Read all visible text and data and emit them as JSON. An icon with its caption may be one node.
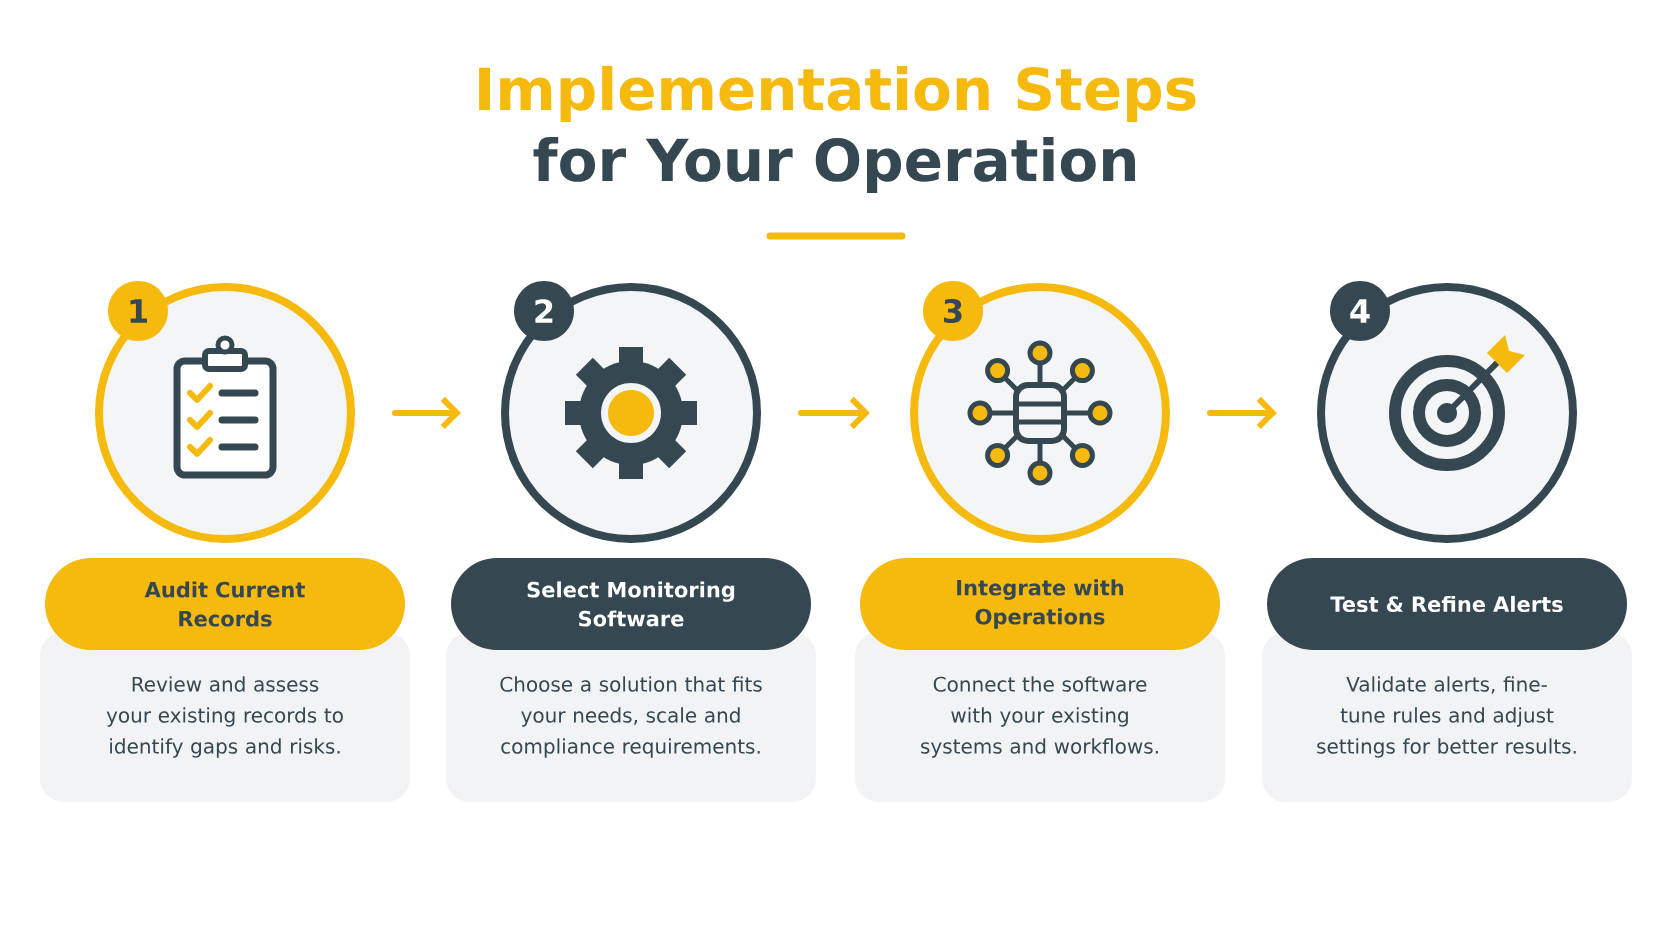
{
  "diagram": {
    "title": "Implementation Steps",
    "nodes": [
      {
        "text": [
          "1"
        ]
      },
      {
        "text": [
          "Audit Current Records"
        ]
      },
      {
        "text": [
          "Review and assess your existing records to identify gaps and risks."
        ]
      },
      {
        "text": [
          "2"
        ]
      },
      {
        "text": [
          "Select Monitoring Software"
        ]
      },
      {
        "text": [
          "Choose a solution that fits your needs, scale and compliance requirements."
        ]
      },
      {
        "text": [
          "3"
        ]
      },
      {
        "text": [
          "Integrate with Operations"
        ]
      },
      {
        "text": [
          "Connect the software with your existing systems and workflows."
        ]
      },
      {
        "text": [
          "4"
        ]
      },
      {
        "text": [
          "Test & Refine Alerts"
        ]
      },
      {
        "text": [
          "Validate alerts, fine-tune rules and adjust settings for better results."
        ]
      }
    ],
    "edges": [
      {
        "from": 0,
        "to": 3,
        "arrow": "to"
      },
      {
        "from": 3,
        "to": 6,
        "arrow": "to"
      },
      {
        "from": 6,
        "to": 9,
        "arrow": "to"
      }
    ],
    "labels": [
      "for Your Operation"
    ]
  }
}
